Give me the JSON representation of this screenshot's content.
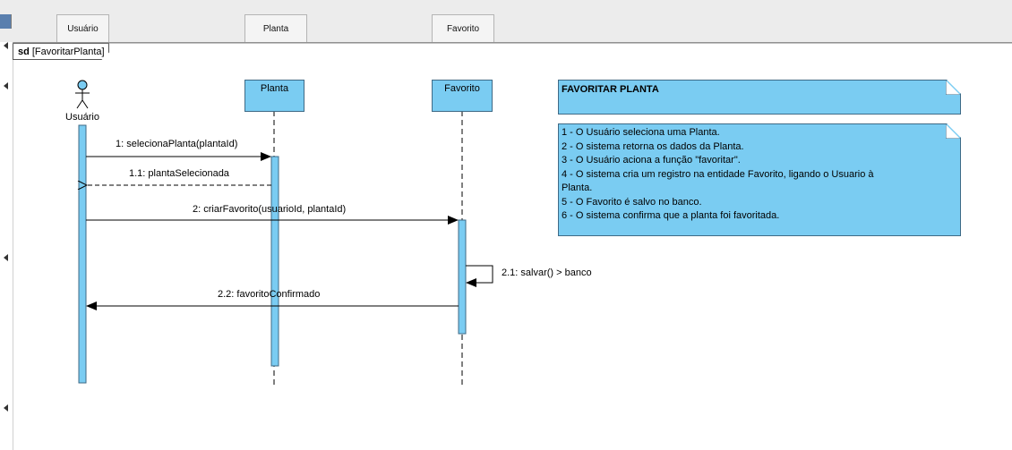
{
  "header": {
    "tabs": [
      "Usuário",
      "Planta",
      "Favorito"
    ]
  },
  "frame": {
    "keyword": "sd",
    "name": "[FavoritarPlanta]"
  },
  "actor": {
    "label": "Usuário"
  },
  "lifelines": [
    "Planta",
    "Favorito"
  ],
  "messages": [
    {
      "label": "1: selecionaPlanta(plantaId)",
      "kind": "sync"
    },
    {
      "label": "1.1: plantaSelecionada",
      "kind": "return"
    },
    {
      "label": "2: criarFavorito(usuarioId, plantaId)",
      "kind": "sync"
    },
    {
      "label": "2.1: salvar() > banco",
      "kind": "self"
    },
    {
      "label": "2.2: favoritoConfirmado",
      "kind": "sync"
    }
  ],
  "notes": {
    "title": "FAVORITAR PLANTA",
    "steps": [
      "1 - O Usuário seleciona uma Planta.",
      "2 - O sistema retorna os dados da Planta.",
      "3 - O Usuário aciona a função \"favoritar\".",
      "4 - O sistema cria um registro na entidade Favorito, ligando o Usuario à",
      "Planta.",
      "5 - O Favorito é salvo no banco.",
      "6 - O sistema confirma que a planta foi favoritada."
    ]
  },
  "colors": {
    "fill": "#7accf2",
    "stroke": "#3e6a86",
    "line": "#000000"
  }
}
